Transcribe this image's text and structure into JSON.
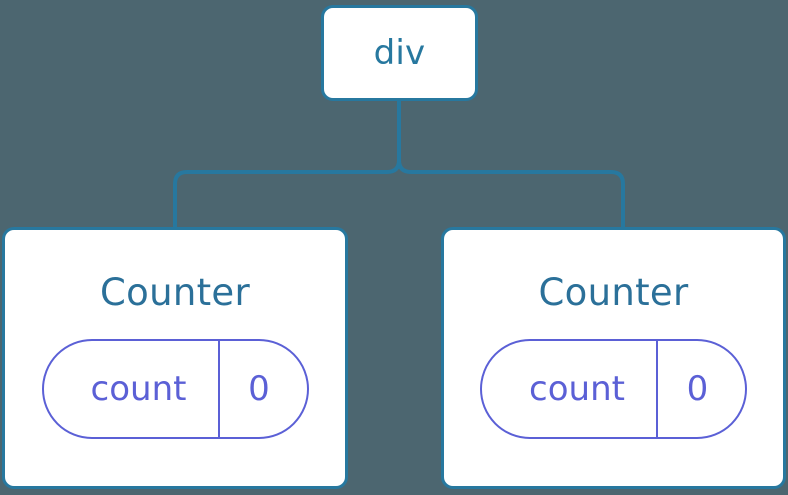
{
  "diagram": {
    "type": "component-tree",
    "background_color": "#4c6670",
    "node_border_color": "#27789f",
    "node_fill_color": "#ffffff",
    "node_text_color": "#2b7099",
    "state_color": "#5b60d6",
    "connector_color": "#27789f"
  },
  "root": {
    "label": "div"
  },
  "children": [
    {
      "label": "Counter",
      "state": {
        "key": "count",
        "value": "0"
      }
    },
    {
      "label": "Counter",
      "state": {
        "key": "count",
        "value": "0"
      }
    }
  ]
}
